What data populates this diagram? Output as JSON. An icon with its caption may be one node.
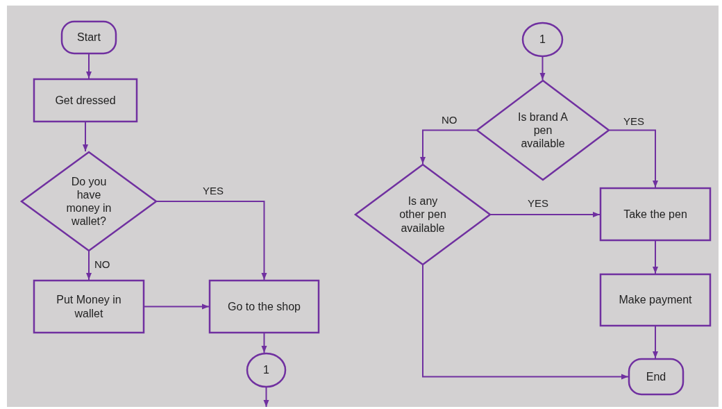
{
  "diagram": {
    "nodes": [
      {
        "text": [
          "Start"
        ]
      },
      {
        "text": [
          "Get dressed"
        ]
      },
      {
        "text": [
          "Do you have money in wallet?"
        ]
      },
      {
        "text": [
          "Put Money in wallet"
        ]
      },
      {
        "text": [
          "Go to the shop"
        ]
      },
      {
        "text": [
          "1"
        ]
      },
      {
        "text": [
          "1"
        ]
      },
      {
        "text": [
          "Is brand A pen available"
        ]
      },
      {
        "text": [
          "Is any other pen available"
        ]
      },
      {
        "text": [
          "Take the pen"
        ]
      },
      {
        "text": [
          "Make payment"
        ]
      },
      {
        "text": [
          "End"
        ]
      }
    ],
    "edges": [
      {
        "from": 0,
        "to": 1,
        "arrow": "to"
      },
      {
        "from": 1,
        "to": 2,
        "arrow": "to"
      },
      {
        "from": 2,
        "to": 4,
        "arrow": "to",
        "label": "YES"
      },
      {
        "from": 2,
        "to": 3,
        "arrow": "to",
        "label": "NO"
      },
      {
        "from": 3,
        "to": 4,
        "arrow": "to"
      },
      {
        "from": 4,
        "to": 5,
        "arrow": "to"
      },
      {
        "from": 5,
        "to": null,
        "arrow": "to"
      },
      {
        "from": 6,
        "to": 7,
        "arrow": "to"
      },
      {
        "from": 7,
        "to": 8,
        "arrow": "to",
        "label": "NO"
      },
      {
        "from": 7,
        "to": 9,
        "arrow": "to",
        "label": "YES"
      },
      {
        "from": 8,
        "to": 9,
        "arrow": "to",
        "label": "YES"
      },
      {
        "from": 9,
        "to": 10,
        "arrow": "to"
      },
      {
        "from": 10,
        "to": 11,
        "arrow": "to"
      },
      {
        "from": 8,
        "to": 11,
        "arrow": "to"
      }
    ]
  }
}
